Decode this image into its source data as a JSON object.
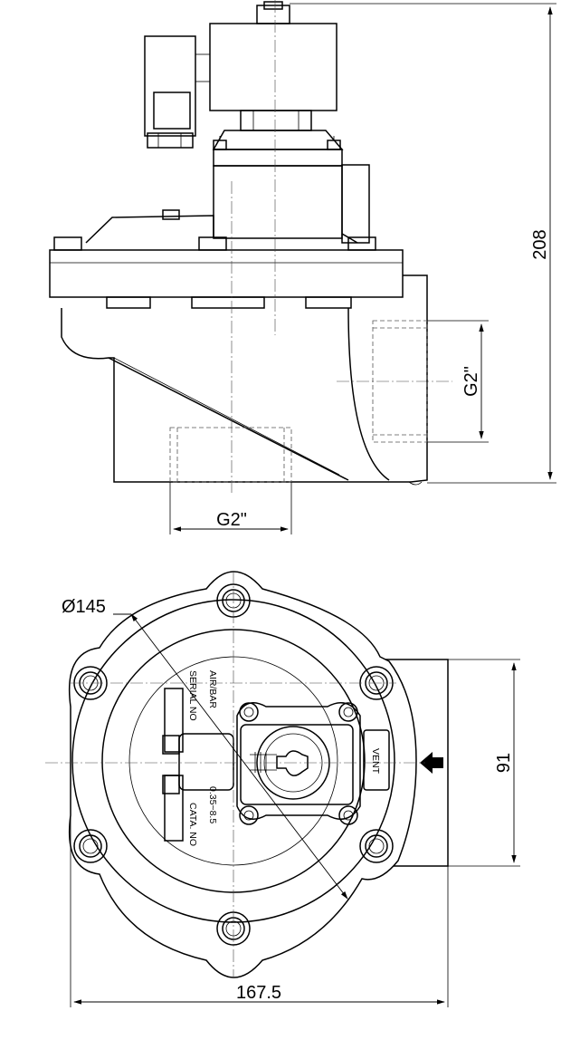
{
  "dimensions": {
    "height": "208",
    "outlet_thread": "G2\"",
    "inlet_thread": "G2\"",
    "diaphragm_diameter": "Ø145",
    "inlet_height": "91",
    "overall_width": "167.5"
  },
  "body_labels": {
    "air_bar": "AIR/BAR",
    "serial_no": "SERIAL NO",
    "pressure_range": "0.35~8.5",
    "cata_no": "CATA. NO",
    "vent": "VENT"
  }
}
